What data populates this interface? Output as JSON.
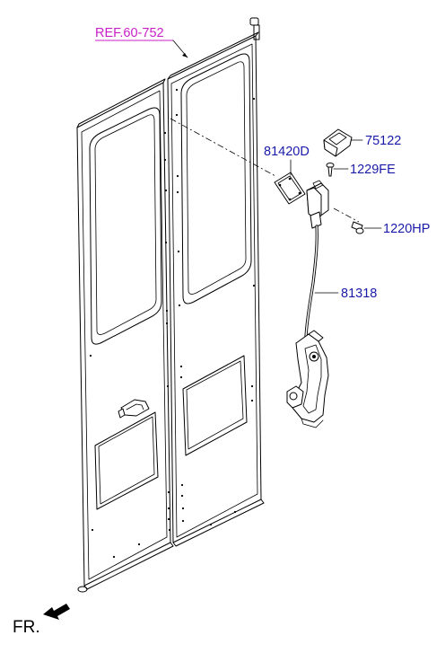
{
  "colors": {
    "part_label": "#1a1aa8",
    "reference_label": "#c81ec8",
    "line": "#000000",
    "background": "#ffffff"
  },
  "reference": {
    "text": "REF.60-752"
  },
  "parts": [
    {
      "id": "75122",
      "label": "75122"
    },
    {
      "id": "1229FE",
      "label": "1229FE"
    },
    {
      "id": "81420D",
      "label": "81420D"
    },
    {
      "id": "1220HP",
      "label": "1220HP"
    },
    {
      "id": "81318",
      "label": "81318"
    }
  ],
  "direction": {
    "label": "FR.",
    "icon": "front-direction-arrow-icon"
  }
}
